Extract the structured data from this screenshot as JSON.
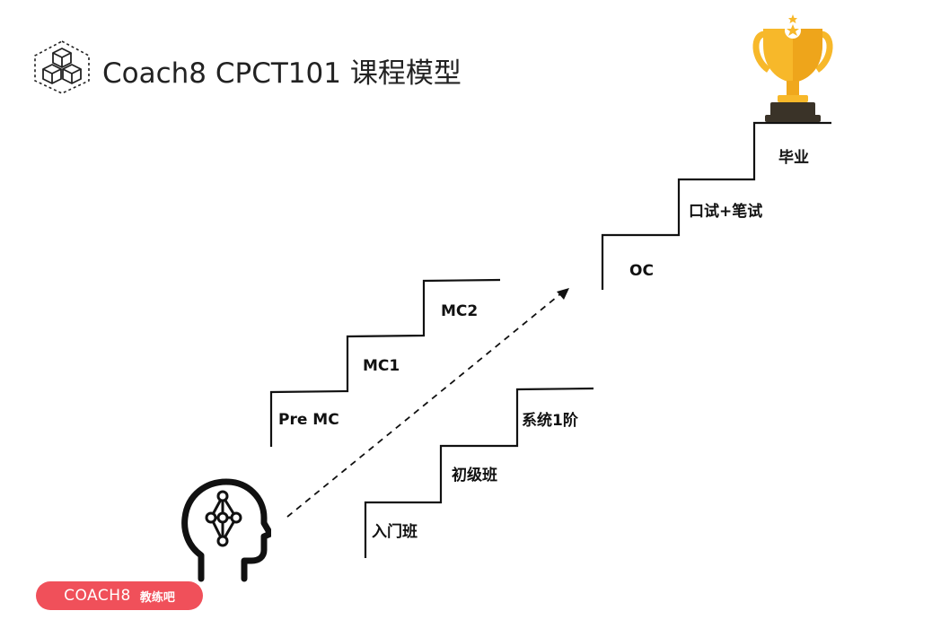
{
  "title": "Coach8 CPCT101 课程模型",
  "upper_path": {
    "steps": [
      "Pre MC",
      "MC1",
      "MC2",
      "OC",
      "口试+笔试",
      "毕业"
    ]
  },
  "lower_path": {
    "steps": [
      "入门班",
      "初级班",
      "系统1阶"
    ]
  },
  "brand": {
    "name": "COACH8",
    "cn": "教练吧",
    "color": "#f0505a"
  },
  "icons": [
    "cubes-icon",
    "head-network-icon",
    "trophy-icon"
  ],
  "colors": {
    "trophy": "#f7b82a",
    "trophy_dark": "#3a3328",
    "line": "#111111"
  }
}
